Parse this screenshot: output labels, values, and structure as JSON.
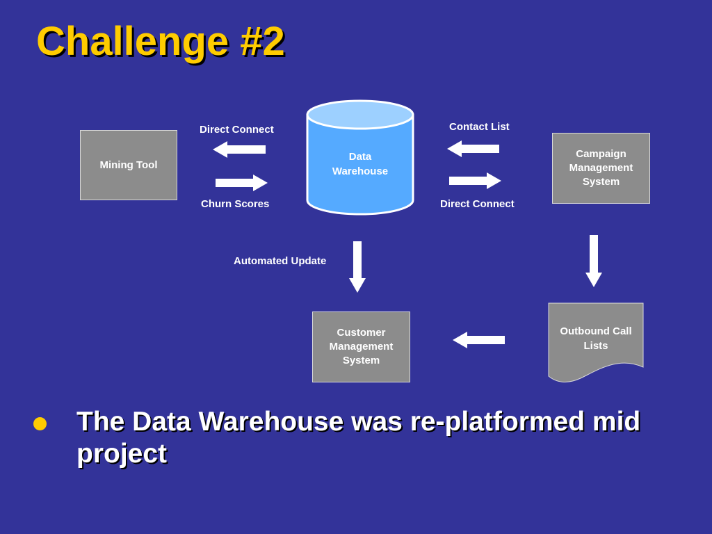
{
  "slide": {
    "title": "Challenge #2",
    "bullet": "The Data Warehouse was re-platformed mid project"
  },
  "nodes": {
    "data_warehouse_line1": "Data",
    "data_warehouse_line2": "Warehouse",
    "mining_tool": "Mining Tool",
    "campaign_management": "Campaign Management System",
    "customer_management": "Customer Management System",
    "outbound_call_lists_line1": "Outbound Call",
    "outbound_call_lists_line2": "Lists"
  },
  "labels": {
    "direct_connect_left": "Direct Connect",
    "churn_scores": "Churn Scores",
    "contact_list": "Contact List",
    "direct_connect_right": "Direct Connect",
    "automated_update": "Automated Update"
  },
  "colors": {
    "background": "#333399",
    "title": "#ffcc00",
    "box": "#8c8c8c",
    "cylinder": "#55aaff"
  }
}
